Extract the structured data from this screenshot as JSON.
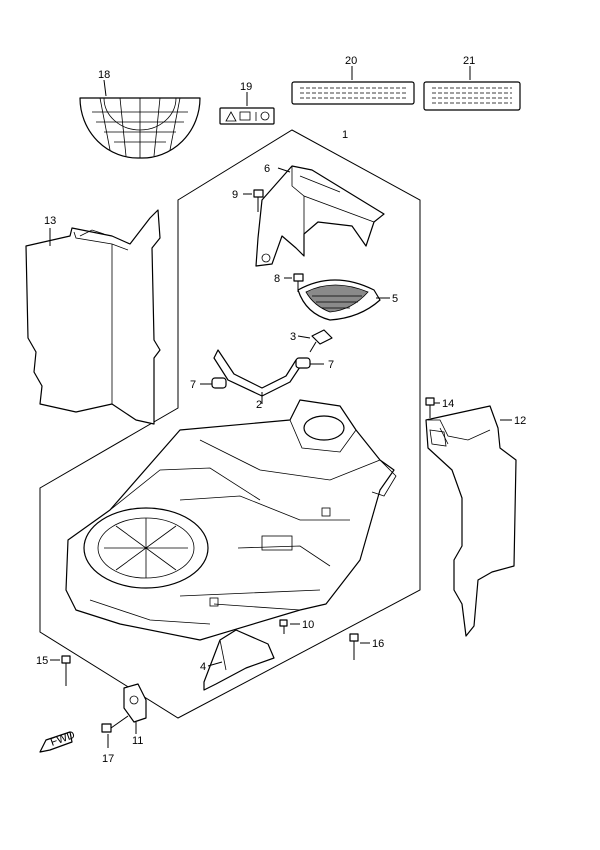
{
  "callouts": [
    "1",
    "2",
    "3",
    "4",
    "5",
    "6",
    "7",
    "7",
    "8",
    "9",
    "10",
    "11",
    "12",
    "13",
    "14",
    "15",
    "16",
    "17",
    "18",
    "19",
    "20",
    "21"
  ],
  "fwd_label": "FWD",
  "colors": {
    "ink": "#000000",
    "background": "#ffffff",
    "shading": "#8a8a8a"
  }
}
